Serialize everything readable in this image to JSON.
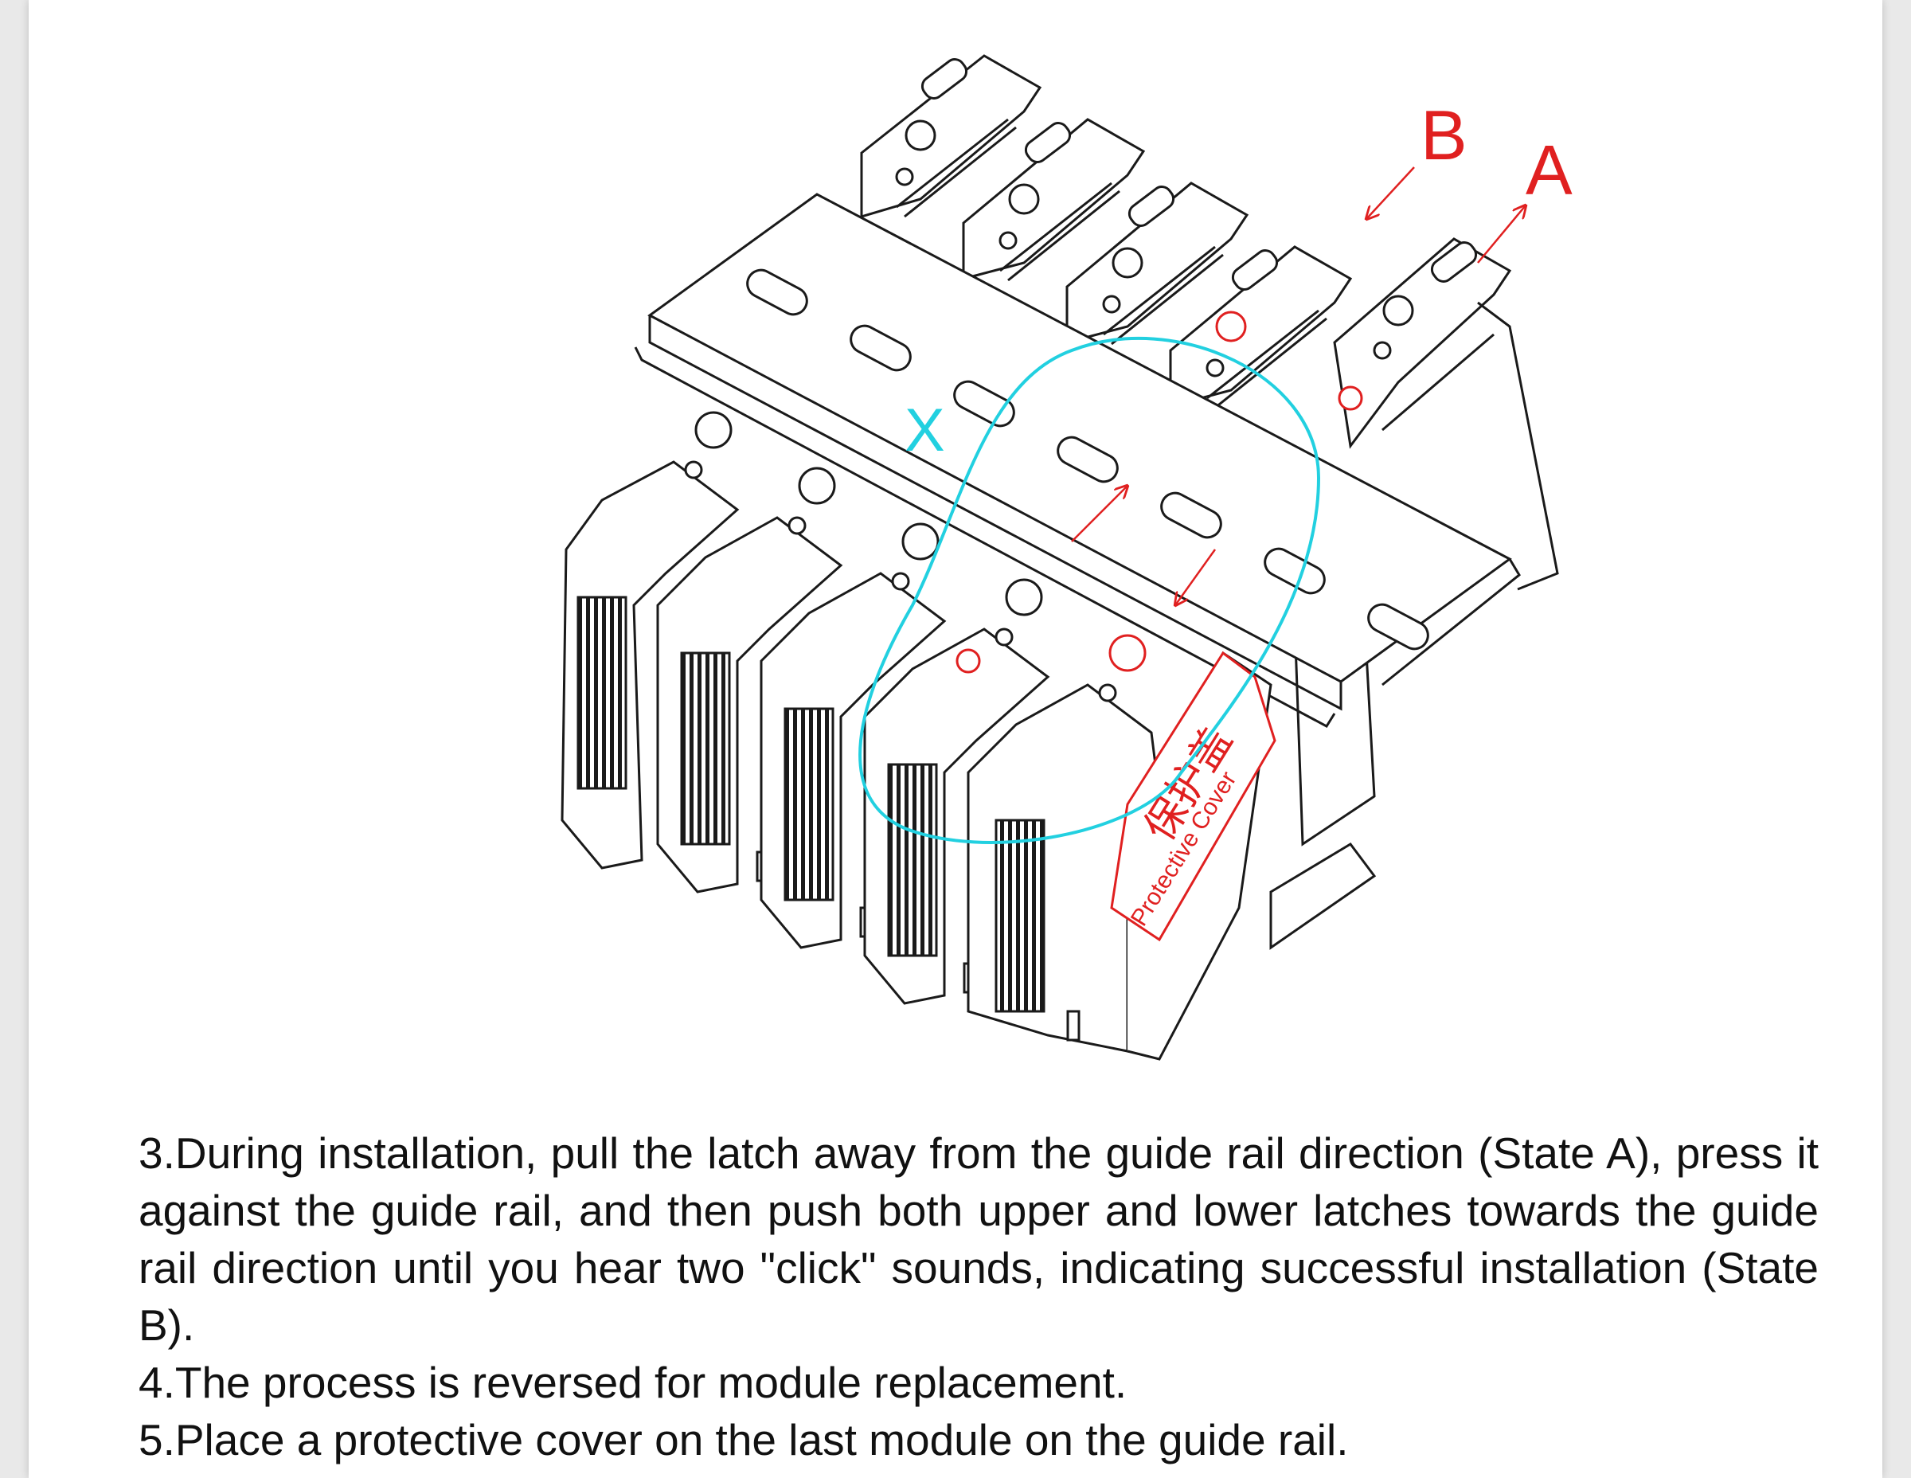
{
  "figure": {
    "label_a": "A",
    "label_b": "B",
    "label_x": "X",
    "cover_label_cn": "保护盖",
    "cover_label_en": "Protective Cover",
    "colors": {
      "line": "#1a1a1a",
      "accent_red": "#e02020",
      "highlight_cyan": "#22d0e0"
    }
  },
  "steps": [
    {
      "text": "3.During installation, pull the latch away from the guide rail direction (State A), press it against the guide rail, and then push both upper and lower latches towards the guide rail direction until you hear two \"click\" sounds, indicating successful installation (State B)."
    },
    {
      "text": "4.The process is reversed for module replacement."
    },
    {
      "text": "5.Place a protective cover on the last module on the guide rail."
    }
  ]
}
